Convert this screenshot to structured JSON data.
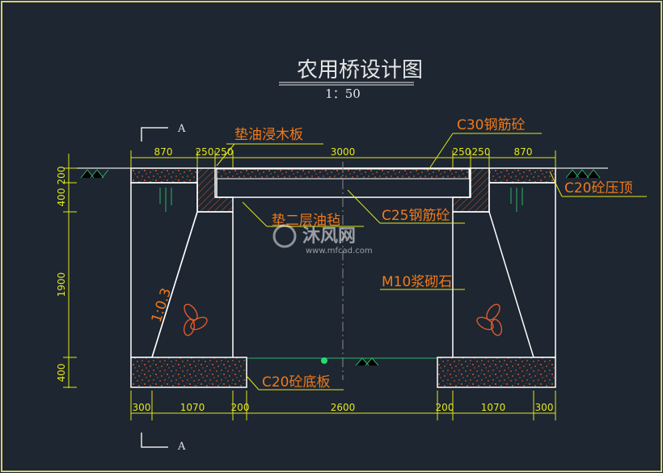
{
  "title": "农用桥设计图",
  "scale": "1：50",
  "section_marks": {
    "top": "A",
    "bottom": "A"
  },
  "labels": {
    "wood_board": "垫油浸木板",
    "c30": "C30钢筋砼",
    "c20_cap": "C20砼压顶",
    "c25": "C25钢筋砼",
    "felt": "垫二层油毡",
    "m10": "M10浆砌石",
    "slope": "1:0.3",
    "c20_base": "C20砼底板"
  },
  "dims_top": [
    "870",
    "250",
    "250",
    "3000",
    "250",
    "250",
    "870"
  ],
  "dims_bottom": [
    "300",
    "1070",
    "200",
    "2600",
    "200",
    "1070",
    "300"
  ],
  "dims_left": [
    "200",
    "400",
    "1900",
    "400"
  ],
  "watermark": {
    "brand": "沐风网",
    "url": "www.mfcad.com"
  },
  "colors": {
    "background": "#1d2631",
    "structure": "#ffffff",
    "dimension": "#e3e61a",
    "label": "#f07a1c",
    "concrete_dots": "#e0502a",
    "ground": "#2fb36a"
  }
}
